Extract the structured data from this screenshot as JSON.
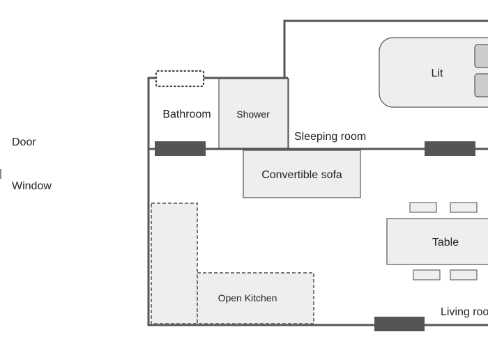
{
  "legend": {
    "door_label": "Door",
    "window_label": "Window"
  },
  "rooms": {
    "bathroom": "Bathroom",
    "sleeping_room": "Sleeping room",
    "living_room": "Living roo"
  },
  "furniture": {
    "bed": "Lit",
    "shower": "Shower",
    "sofa": "Convertible sofa",
    "table": "Table",
    "kitchen": "Open Kitchen"
  },
  "colors": {
    "wall": "#555555",
    "furniture_fill": "#eeeeee",
    "background": "#ffffff"
  }
}
